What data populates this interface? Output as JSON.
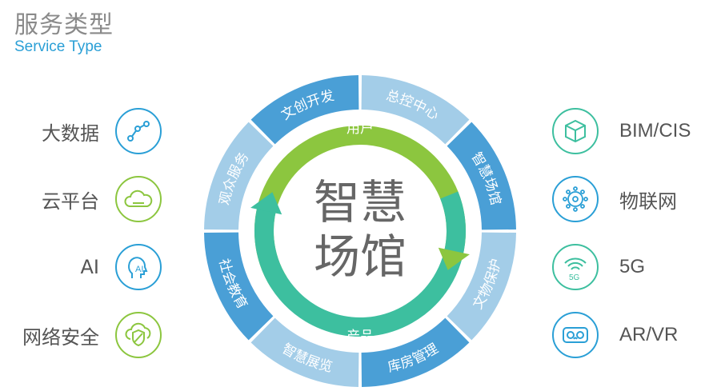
{
  "header": {
    "title": "服务类型",
    "subtitle": "Service Type"
  },
  "left_features": [
    {
      "label": "大数据",
      "icon": "network-nodes-icon",
      "color": "#2a9fd6"
    },
    {
      "label": "云平台",
      "icon": "cloud-icon",
      "color": "#8cc63f"
    },
    {
      "label": "AI",
      "icon": "ai-head-icon",
      "color": "#2a9fd6"
    },
    {
      "label": "网络安全",
      "icon": "shield-cloud-icon",
      "color": "#8cc63f"
    }
  ],
  "right_features": [
    {
      "label": "BIM/CIS",
      "icon": "cube-icon",
      "color": "#3dbf9f"
    },
    {
      "label": "物联网",
      "icon": "iot-hub-icon",
      "color": "#2a9fd6"
    },
    {
      "label": "5G",
      "icon": "wifi-5g-icon",
      "color": "#3dbf9f",
      "badge": "5G"
    },
    {
      "label": "AR/VR",
      "icon": "vr-goggles-icon",
      "color": "#2a9fd6"
    }
  ],
  "ring": {
    "segments": [
      {
        "label": "总控中心",
        "color": "#a3cde8"
      },
      {
        "label": "智慧场馆",
        "color": "#4a9fd6"
      },
      {
        "label": "文物保护",
        "color": "#a3cde8"
      },
      {
        "label": "库房管理",
        "color": "#4a9fd6"
      },
      {
        "label": "智慧展览",
        "color": "#a3cde8"
      },
      {
        "label": "社会教育",
        "color": "#4a9fd6"
      },
      {
        "label": "观众服务",
        "color": "#a3cde8"
      },
      {
        "label": "文创开发",
        "color": "#4a9fd6"
      }
    ],
    "inner_top": {
      "label": "用户",
      "color": "#8cc63f"
    },
    "inner_bottom": {
      "label": "产品",
      "color": "#3dbf9f"
    },
    "center": {
      "line1": "智慧",
      "line2": "场馆"
    }
  }
}
